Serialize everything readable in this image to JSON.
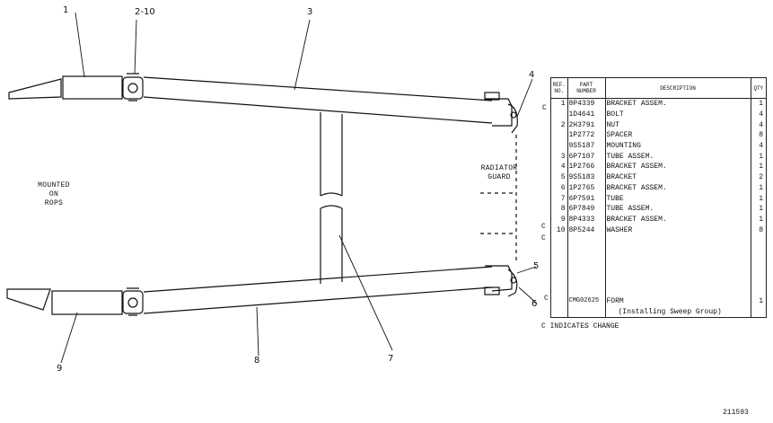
{
  "callouts": {
    "c1": "1",
    "c2_10": "2-10",
    "c3": "3",
    "c4": "4",
    "c5": "5",
    "c6": "6",
    "c7": "7",
    "c8": "8",
    "c9": "9"
  },
  "captions": {
    "mounted_line1": "MOUNTED",
    "mounted_line2": "ON",
    "mounted_line3": "ROPS",
    "radiator_line1": "RADIATOR",
    "radiator_line2": "GUARD"
  },
  "table": {
    "headers": {
      "ref": "REF. NO.",
      "part": "PART NUMBER",
      "desc": "DESCRIPTION",
      "qty": "QTY"
    },
    "rows": [
      {
        "ref": "1",
        "part": "8P4339",
        "desc": "BRACKET ASSEM.",
        "qty": "1"
      },
      {
        "ref": "",
        "part": "1D4641",
        "desc": "BOLT",
        "qty": "4"
      },
      {
        "ref": "2",
        "part": "2H3791",
        "desc": "NUT",
        "qty": "4"
      },
      {
        "ref": "",
        "part": "1P2772",
        "desc": "SPACER",
        "qty": "8"
      },
      {
        "ref": "",
        "part": "9S5187",
        "desc": "MOUNTING",
        "qty": "4"
      },
      {
        "ref": "3",
        "part": "6P7107",
        "desc": "TUBE ASSEM.",
        "qty": "1"
      },
      {
        "ref": "4",
        "part": "1P2766",
        "desc": "BRACKET ASSEM.",
        "qty": "1"
      },
      {
        "ref": "5",
        "part": "9S5183",
        "desc": "BRACKET",
        "qty": "2"
      },
      {
        "ref": "6",
        "part": "1P2765",
        "desc": "BRACKET ASSEM.",
        "qty": "1"
      },
      {
        "ref": "7",
        "part": "6P7591",
        "desc": "TUBE",
        "qty": "1"
      },
      {
        "ref": "8",
        "part": "6P7849",
        "desc": "TUBE ASSEM.",
        "qty": "1"
      },
      {
        "ref": "9",
        "part": "8P4333",
        "desc": "BRACKET ASSEM.",
        "qty": "1"
      },
      {
        "ref": "10",
        "part": "8P5244",
        "desc": "WASHER",
        "qty": "8"
      }
    ],
    "form_row": {
      "ref": "",
      "part": "CMG02625",
      "desc": "FORM",
      "qty": "1"
    },
    "form_note": "(Installing Sweep Group)",
    "change_marks": [
      "C",
      "C",
      "C",
      "C"
    ]
  },
  "change_note": "C INDICATES CHANGE",
  "doc_number": "211593"
}
